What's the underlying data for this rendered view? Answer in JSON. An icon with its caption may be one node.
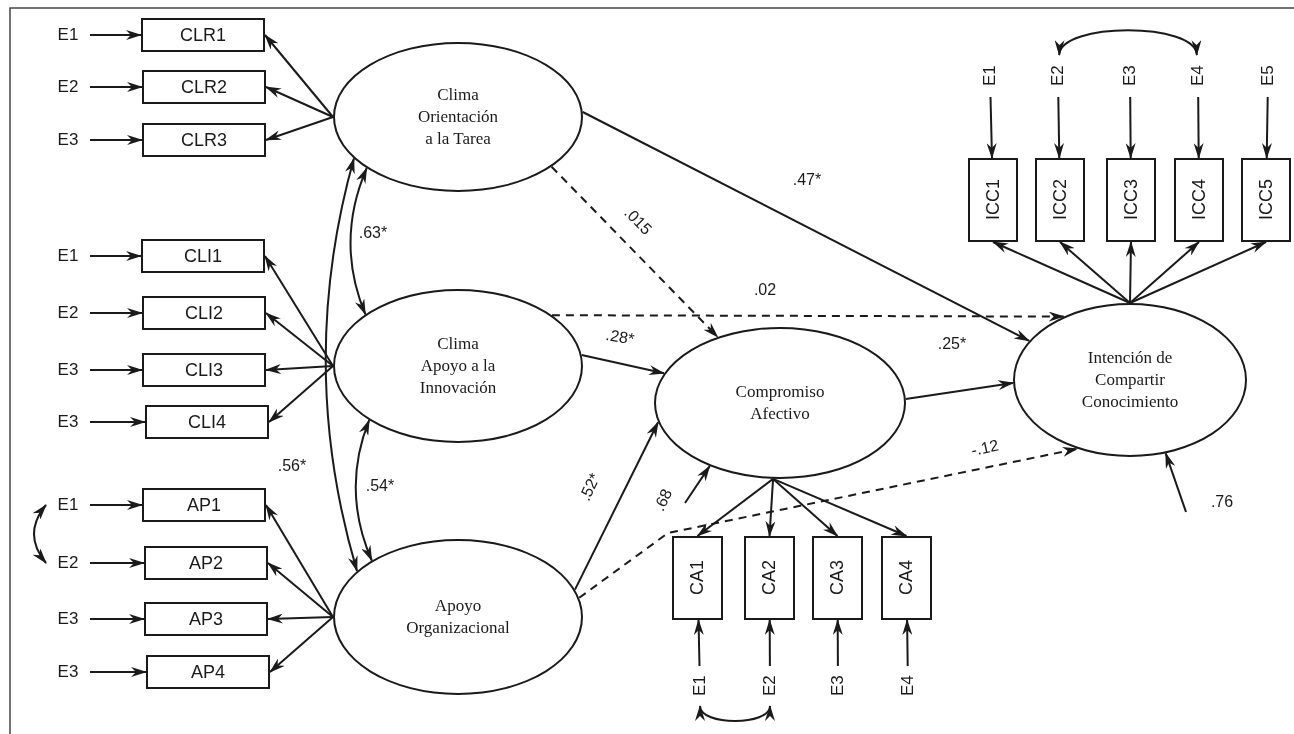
{
  "diagram": {
    "nodes": [
      {
        "text": [
          "Clima Orientación a la Tarea"
        ]
      },
      {
        "text": [
          "Clima Apoyo a la Innovación"
        ]
      },
      {
        "text": [
          "Apoyo Organizacional"
        ]
      },
      {
        "text": [
          "Compromiso Afectivo"
        ]
      },
      {
        "text": [
          "Intención de Compartir Conocimiento"
        ]
      },
      {
        "text": [
          "E1"
        ]
      },
      {
        "text": [
          "CLR1"
        ]
      },
      {
        "text": [
          "E2"
        ]
      },
      {
        "text": [
          "CLR2"
        ]
      },
      {
        "text": [
          "E3"
        ]
      },
      {
        "text": [
          "CLR3"
        ]
      },
      {
        "text": [
          "E1"
        ]
      },
      {
        "text": [
          "CLI1"
        ]
      },
      {
        "text": [
          "E2"
        ]
      },
      {
        "text": [
          "CLI2"
        ]
      },
      {
        "text": [
          "E3"
        ]
      },
      {
        "text": [
          "CLI3"
        ]
      },
      {
        "text": [
          "E3"
        ]
      },
      {
        "text": [
          "CLI4"
        ]
      },
      {
        "text": [
          "E1"
        ]
      },
      {
        "text": [
          "AP1"
        ]
      },
      {
        "text": [
          "E2"
        ]
      },
      {
        "text": [
          "AP2"
        ]
      },
      {
        "text": [
          "E3"
        ]
      },
      {
        "text": [
          "AP3"
        ]
      },
      {
        "text": [
          "E3"
        ]
      },
      {
        "text": [
          "AP4"
        ]
      },
      {
        "text": [
          "E1"
        ]
      },
      {
        "text": [
          "E2"
        ]
      },
      {
        "text": [
          "E3"
        ]
      },
      {
        "text": [
          "E4"
        ]
      },
      {
        "text": [
          "E5"
        ]
      },
      {
        "text": [
          "ICC1"
        ]
      },
      {
        "text": [
          "ICC2"
        ]
      },
      {
        "text": [
          "ICC3"
        ]
      },
      {
        "text": [
          "ICC4"
        ]
      },
      {
        "text": [
          "ICC5"
        ]
      },
      {
        "text": [
          "CA1"
        ]
      },
      {
        "text": [
          "CA2"
        ]
      },
      {
        "text": [
          "CA3"
        ]
      },
      {
        "text": [
          "CA4"
        ]
      },
      {
        "text": [
          "E1"
        ]
      },
      {
        "text": [
          "E2"
        ]
      },
      {
        "text": [
          "E3"
        ]
      },
      {
        "text": [
          "E4"
        ]
      }
    ],
    "edges": [
      {
        "from": 5,
        "to": 6,
        "arrow": "to"
      },
      {
        "from": 7,
        "to": 8,
        "arrow": "to"
      },
      {
        "from": 9,
        "to": 10,
        "arrow": "to"
      },
      {
        "from": 11,
        "to": 12,
        "arrow": "to"
      },
      {
        "from": 13,
        "to": 14,
        "arrow": "to"
      },
      {
        "from": 15,
        "to": 16,
        "arrow": "to"
      },
      {
        "from": 17,
        "to": 18,
        "arrow": "to"
      },
      {
        "from": 19,
        "to": 20,
        "arrow": "to"
      },
      {
        "from": 21,
        "to": 22,
        "arrow": "to"
      },
      {
        "from": 23,
        "to": 24,
        "arrow": "to"
      },
      {
        "from": 25,
        "to": 26,
        "arrow": "to"
      },
      {
        "from": 0,
        "to": 6,
        "arrow": "to"
      },
      {
        "from": 0,
        "to": 8,
        "arrow": "to"
      },
      {
        "from": 0,
        "to": 10,
        "arrow": "to"
      },
      {
        "from": 1,
        "to": 12,
        "arrow": "to"
      },
      {
        "from": 1,
        "to": 14,
        "arrow": "to"
      },
      {
        "from": 1,
        "to": 16,
        "arrow": "to"
      },
      {
        "from": 1,
        "to": 18,
        "arrow": "to"
      },
      {
        "from": 2,
        "to": 20,
        "arrow": "to"
      },
      {
        "from": 2,
        "to": 22,
        "arrow": "to"
      },
      {
        "from": 2,
        "to": 24,
        "arrow": "to"
      },
      {
        "from": 2,
        "to": 26,
        "arrow": "to"
      },
      {
        "from": 27,
        "to": 32,
        "arrow": "to"
      },
      {
        "from": 28,
        "to": 33,
        "arrow": "to"
      },
      {
        "from": 29,
        "to": 34,
        "arrow": "to"
      },
      {
        "from": 30,
        "to": 35,
        "arrow": "to"
      },
      {
        "from": 31,
        "to": 36,
        "arrow": "to"
      },
      {
        "from": 4,
        "to": 32,
        "arrow": "to"
      },
      {
        "from": 4,
        "to": 33,
        "arrow": "to"
      },
      {
        "from": 4,
        "to": 34,
        "arrow": "to"
      },
      {
        "from": 4,
        "to": 35,
        "arrow": "to"
      },
      {
        "from": 4,
        "to": 36,
        "arrow": "to"
      },
      {
        "from": 3,
        "to": 37,
        "arrow": "to"
      },
      {
        "from": 3,
        "to": 38,
        "arrow": "to"
      },
      {
        "from": 3,
        "to": 39,
        "arrow": "to"
      },
      {
        "from": 3,
        "to": 40,
        "arrow": "to"
      },
      {
        "from": 41,
        "to": 37,
        "arrow": "to"
      },
      {
        "from": 42,
        "to": 38,
        "arrow": "to"
      },
      {
        "from": 43,
        "to": 39,
        "arrow": "to"
      },
      {
        "from": 44,
        "to": 40,
        "arrow": "to"
      },
      {
        "from": 0,
        "to": 1,
        "arrow": "both",
        "label": ".63*"
      },
      {
        "from": 0,
        "to": 2,
        "arrow": "both",
        "label": ".56*"
      },
      {
        "from": 1,
        "to": 2,
        "arrow": "both",
        "label": ".54*"
      },
      {
        "from": 19,
        "to": 21,
        "arrow": "both"
      },
      {
        "from": 28,
        "to": 30,
        "arrow": "both"
      },
      {
        "from": 41,
        "to": 42,
        "arrow": "both"
      },
      {
        "from": 0,
        "to": 4,
        "arrow": "to",
        "label": ".47*"
      },
      {
        "from": 0,
        "to": 3,
        "arrow": "to",
        "label": ".015",
        "style": "dashed"
      },
      {
        "from": 1,
        "to": 4,
        "arrow": "to",
        "label": ".02",
        "style": "dashed"
      },
      {
        "from": 1,
        "to": 3,
        "arrow": "to",
        "label": ".28*"
      },
      {
        "from": 3,
        "to": 4,
        "arrow": "to",
        "label": ".25*"
      },
      {
        "from": 2,
        "to": 3,
        "arrow": "to",
        "label": ".52*"
      },
      {
        "from": 2,
        "to": 4,
        "arrow": "to",
        "label": "-.12",
        "style": "dashed"
      },
      {
        "from": null,
        "to": 3,
        "arrow": "to",
        "label": ".68"
      },
      {
        "from": null,
        "to": 4,
        "arrow": "to",
        "label": ".76"
      }
    ]
  }
}
